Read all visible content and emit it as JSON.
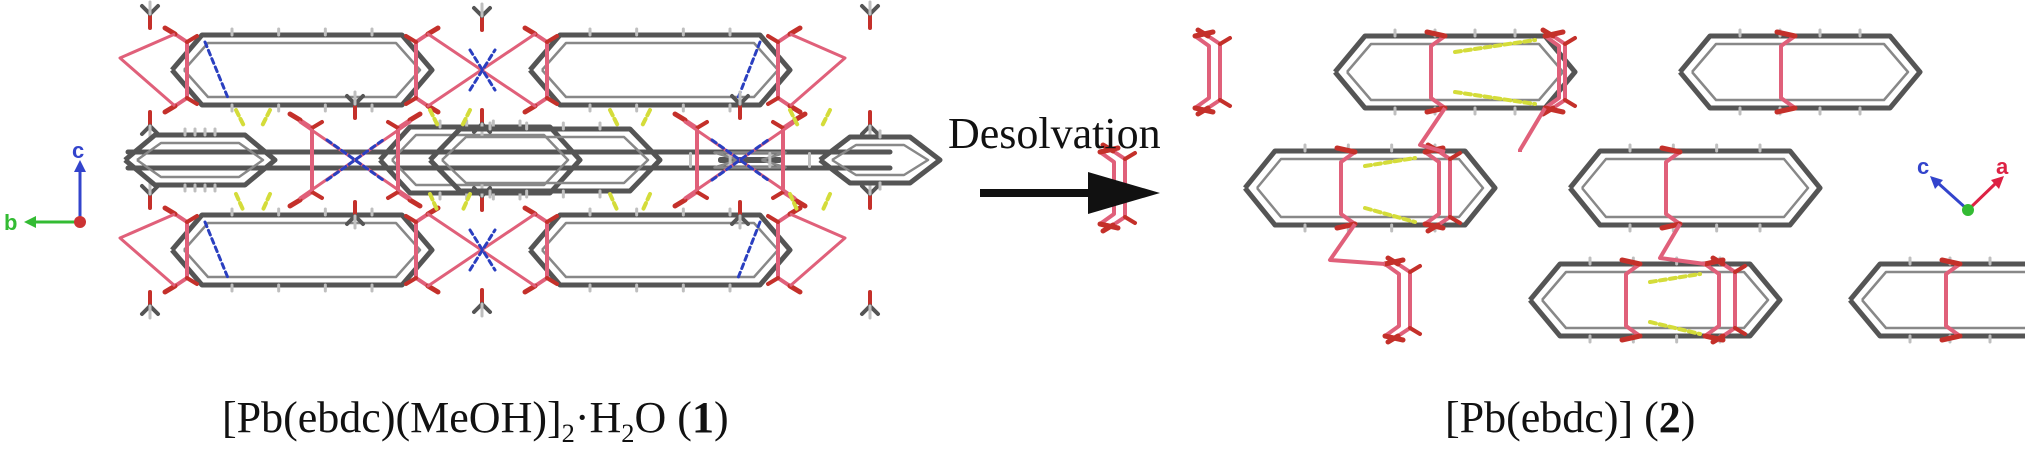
{
  "arrow": {
    "label": "Desolvation"
  },
  "left": {
    "caption_main": "[Pb(ebdc)(MeOH)]",
    "caption_sub": "2",
    "caption_mid": "·H",
    "caption_sub2": "2",
    "caption_tail": "O (",
    "caption_bold": "1",
    "caption_end": ")",
    "axes": {
      "up": "c",
      "left": "b"
    }
  },
  "right": {
    "caption_main": "[Pb(ebdc)] (",
    "caption_bold": "2",
    "caption_end": ")",
    "axes": {
      "upleft": "c",
      "upright": "a"
    }
  },
  "colors": {
    "pb_bond": "#e0607a",
    "oxygen": "#c4302a",
    "ligand": "#555555",
    "hydrogen": "#bfbfbf",
    "hbond_yellow": "#d4dc3a",
    "hbond_blue": "#2a3fc0",
    "axis_c": "#3344cc",
    "axis_b": "#33bb33",
    "axis_a": "#dd2244",
    "origin": "#cc3333"
  }
}
